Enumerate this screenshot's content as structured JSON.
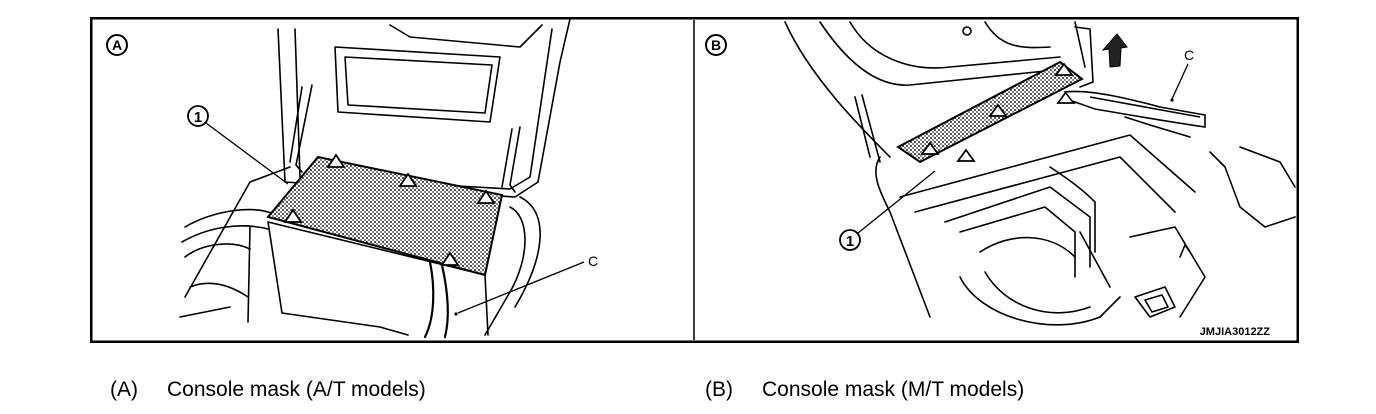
{
  "figure": {
    "panel_a": {
      "badge": "A",
      "callout_number": "1",
      "callout_tool": "C"
    },
    "panel_b": {
      "badge": "B",
      "callout_number": "1",
      "callout_tool": "C"
    },
    "image_code": "JMJIA3012ZZ"
  },
  "captions": [
    {
      "letter": "(A)",
      "text": "Console mask (A/T models)"
    },
    {
      "letter": "(B)",
      "text": "Console mask (M/T models)"
    }
  ]
}
